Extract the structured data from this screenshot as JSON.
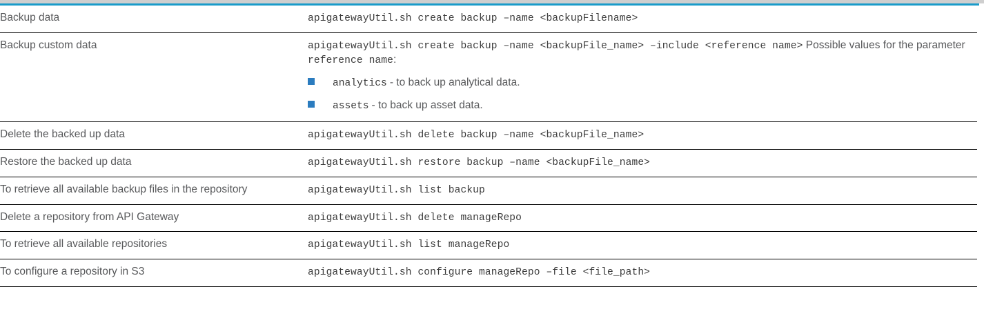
{
  "decor": {
    "top_band_color": "#cfcfcf",
    "top_rule_color": "#1a9bc9",
    "bullet_color": "#2b7cbf",
    "text_color": "#58595b",
    "code_color": "#3b3b3b"
  },
  "table": {
    "rows": [
      {
        "description": "Backup data",
        "command": "apigatewayUtil.sh create backup –name <backupFilename>",
        "note_prefix": "",
        "note_code": "",
        "note_suffix": "",
        "bullets": []
      },
      {
        "description": "Backup custom data",
        "command": "apigatewayUtil.sh create backup –name <backupFile_name> –include <reference name>",
        "note_prefix": " Possible values for the parameter ",
        "note_code": "reference name",
        "note_suffix": ":",
        "bullets": [
          {
            "term": "analytics",
            "desc": "- to back up analytical data."
          },
          {
            "term": "assets",
            "desc": "- to back up asset data."
          }
        ]
      },
      {
        "description": "Delete the backed up data",
        "command": "apigatewayUtil.sh delete backup –name <backupFile_name>",
        "note_prefix": "",
        "note_code": "",
        "note_suffix": "",
        "bullets": []
      },
      {
        "description": "Restore the backed up data",
        "command": "apigatewayUtil.sh restore backup –name <backupFile_name>",
        "note_prefix": "",
        "note_code": "",
        "note_suffix": "",
        "bullets": []
      },
      {
        "description": "To retrieve all available backup files in the repository",
        "command": "apigatewayUtil.sh list backup",
        "note_prefix": "",
        "note_code": "",
        "note_suffix": "",
        "bullets": []
      },
      {
        "description": "Delete a repository from API Gateway",
        "command": "apigatewayUtil.sh delete manageRepo",
        "note_prefix": "",
        "note_code": "",
        "note_suffix": "",
        "bullets": []
      },
      {
        "description": "To retrieve all available repositories",
        "command": "apigatewayUtil.sh list manageRepo",
        "note_prefix": "",
        "note_code": "",
        "note_suffix": "",
        "bullets": []
      },
      {
        "description": "To configure a repository in S3",
        "command": "apigatewayUtil.sh configure manageRepo –file <file_path>",
        "note_prefix": "",
        "note_code": "",
        "note_suffix": "",
        "bullets": []
      }
    ]
  }
}
